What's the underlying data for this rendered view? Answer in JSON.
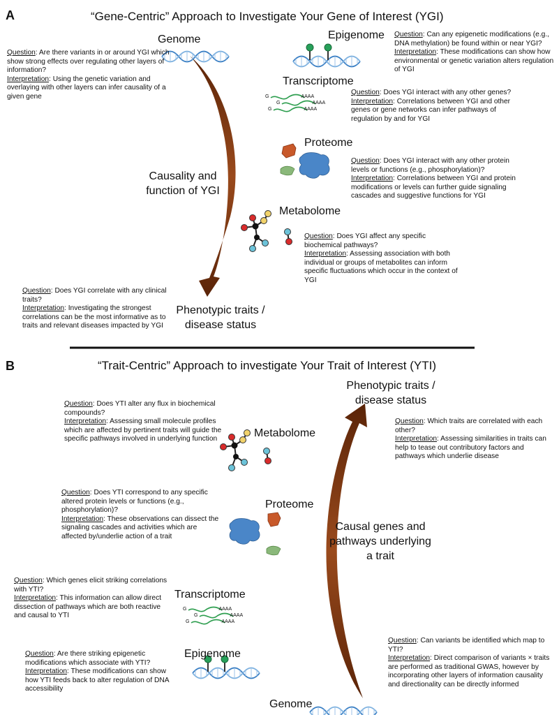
{
  "panel_a": {
    "letter": "A",
    "title": "“Gene-Centric” Approach to Investigate Your Gene of Interest (YGI)",
    "arrow_label": "Causality and function of YGI",
    "layers": {
      "genome": {
        "label": "Genome",
        "question_key": "Question",
        "question": ": Are there variants in or around YGI which show strong effects over regulating other layers of information?",
        "interpretation_key": "Interpretation",
        "interpretation": ": Using the genetic variation and overlaying with other layers can infer causality of a given gene"
      },
      "epigenome": {
        "label": "Epigenome",
        "question_key": "Question",
        "question": ": Can any epigenetic modifications (e.g., DNA methylation) be found within or near YGI?",
        "interpretation_key": "Interpretation",
        "interpretation": ": These modifications can show how environmental or genetic variation alters regulation of YGI"
      },
      "transcriptome": {
        "label": "Transcriptome",
        "question_key": "Question",
        "question": ": Does YGI interact with any other genes?",
        "interpretation_key": "Interpretation",
        "interpretation": ": Correlations between YGI and other genes or gene networks can infer pathways of regulation by and for YGI"
      },
      "proteome": {
        "label": "Proteome",
        "question_key": "Question",
        "question": ": Does YGI interact with any other protein levels or functions (e.g., phosphorylation)?",
        "interpretation_key": "Interpretation",
        "interpretation": ": Correlations between YGI and protein modifications or levels can further guide signaling cascades and suggestive functions for YGI"
      },
      "metabolome": {
        "label": "Metabolome",
        "question_key": "Question",
        "question": ": Does YGI affect any specific biochemical pathways?",
        "interpretation_key": "Interpretation",
        "interpretation": ": Assessing association with both individual or groups of metabolites can inform specific fluctuations which occur in the context of YGI"
      },
      "phenotype": {
        "label": "Phenotypic traits / disease status",
        "question_key": "Question",
        "question": ": Does YGI correlate with any clinical traits?",
        "interpretation_key": "Interpretation",
        "interpretation": ": Investigating the strongest correlations can be the most informative as to traits and relevant diseases impacted by YGI"
      }
    }
  },
  "panel_b": {
    "letter": "B",
    "title": "“Trait-Centric” Approach to investigate Your Trait of Interest (YTI)",
    "arrow_label": "Causal genes and pathways underlying a trait",
    "layers": {
      "phenotype": {
        "label": "Phenotypic traits / disease status",
        "question_key": "Question",
        "question": ": Which traits are correlated with each other?",
        "interpretation_key": "Interpretation",
        "interpretation": ": Assessing similarities in traits can help to tease out contributory factors and pathways which underlie disease"
      },
      "metabolome": {
        "label": "Metabolome",
        "question_key": "Question",
        "question": ": Does YTI alter any flux in biochemical compounds?",
        "interpretation_key": "Interpretation",
        "interpretation": ": Assessing small molecule profiles which are affected by pertinent traits will guide the specific pathways involved in underlying function"
      },
      "proteome": {
        "label": "Proteome",
        "question_key": "Question",
        "question": ": Does YTI correspond to any specific altered protein levels or functions (e.g., phosphorylation)?",
        "interpretation_key": "Interpretation",
        "interpretation": ": These observations can dissect the signaling cascades and activities which are affected by/underlie action of a trait"
      },
      "transcriptome": {
        "label": "Transcriptome",
        "question_key": "Question",
        "question": ": Which genes elicit striking correlations with YTI?",
        "interpretation_key": "Interpretation",
        "interpretation": ": This information can allow direct dissection of pathways which are both reactive and causal to YTI"
      },
      "epigenome": {
        "label": "Epigenome",
        "question_key": "Question",
        "question": ": Are there striking epigenetic modifications which associate with YTI?",
        "interpretation_key": "Interpretation",
        "interpretation": ": These modifications can show how YTI feeds back to alter regulation of DNA accessibility"
      },
      "genome": {
        "label": "Genome",
        "question_key": "Question",
        "question": ": Can variants be identified which map to YTI?",
        "interpretation_key": "Interpretation",
        "interpretation": ": Direct comparison of variants × traits are performed as traditional GWAS, however by incorporating other layers of information causality and directionality can be directly informed"
      }
    }
  },
  "glyphs": {
    "poly_a": "AAAA",
    "cap": "G"
  },
  "colors": {
    "arrow": "#7a3410",
    "dna_blue": "#3a7fc4",
    "mrna_green": "#2e9e4f",
    "protein_blue": "#4a86c8",
    "protein_orange": "#c8592a",
    "protein_green": "#8ab87a",
    "metab_red": "#d92b2b",
    "metab_yellow": "#f2d36b",
    "metab_cyan": "#6cc3d9",
    "methyl_green": "#27a05a"
  }
}
